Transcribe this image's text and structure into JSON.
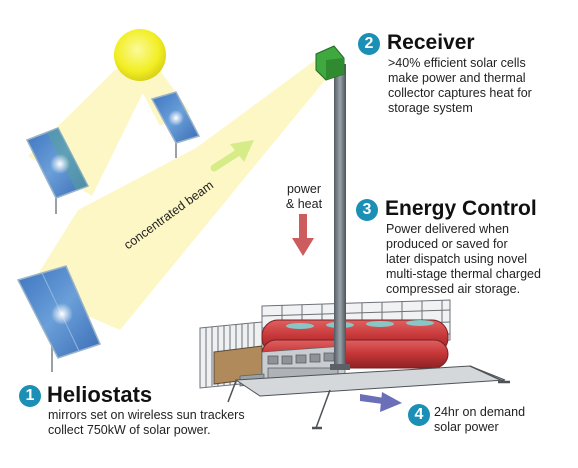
{
  "colors": {
    "badge": "#1b8fb5",
    "beam": "#fdf7c5",
    "sun": "#f2ee22",
    "mirror_panel": "#4e86c8",
    "receiver": "#46b545",
    "tank": "#c8383a",
    "power_arrow": "#cc5c5e",
    "dispatch_arrow": "#6b6fb8",
    "beam_arrow": "#d6ec88"
  },
  "sections": {
    "receiver": {
      "number": "2",
      "title": "Receiver",
      "description": ">40% efficient solar cells\nmake power and thermal\ncollector captures heat for\nstorage system"
    },
    "energy_control": {
      "number": "3",
      "title": "Energy Control",
      "description": "Power delivered when\nproduced or saved for\nlater dispatch using novel\nmulti-stage thermal charged\ncompressed air storage."
    },
    "heliostats": {
      "number": "1",
      "title": "Heliostats",
      "description": "mirrors set on wireless sun trackers\ncollect 750kW of solar power."
    },
    "on_demand": {
      "number": "4",
      "description": "24hr on demand\nsolar power"
    }
  },
  "labels": {
    "power_heat": "power\n& heat",
    "beam": "concentrated  beam"
  }
}
